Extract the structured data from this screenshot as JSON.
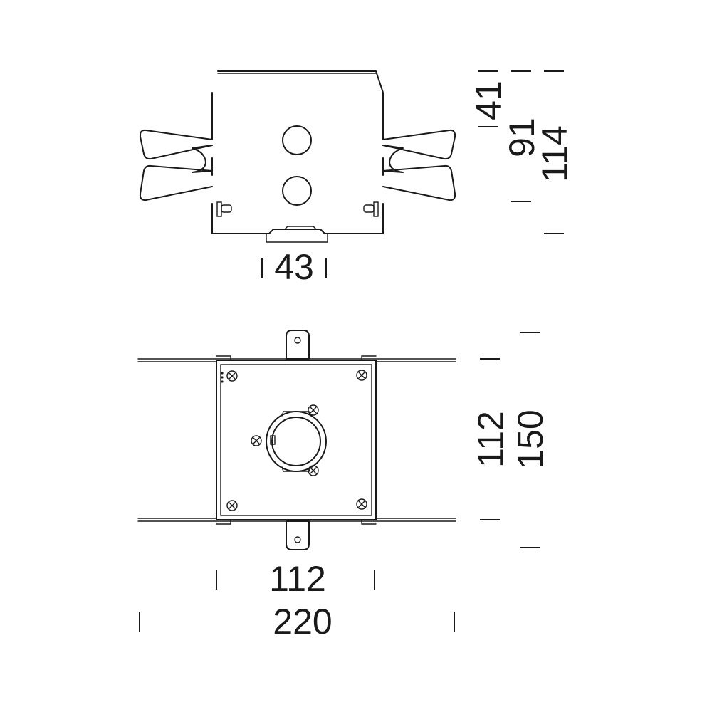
{
  "top_view": {
    "dim_width": "43",
    "dim_h1": "41",
    "dim_h2": "91",
    "dim_h3": "114"
  },
  "bottom_view": {
    "dim_inner_width": "112",
    "dim_outer_width": "220",
    "dim_inner_height": "112",
    "dim_outer_height": "150"
  },
  "colors": {
    "line": "#1a1a1a",
    "background": "#ffffff"
  }
}
